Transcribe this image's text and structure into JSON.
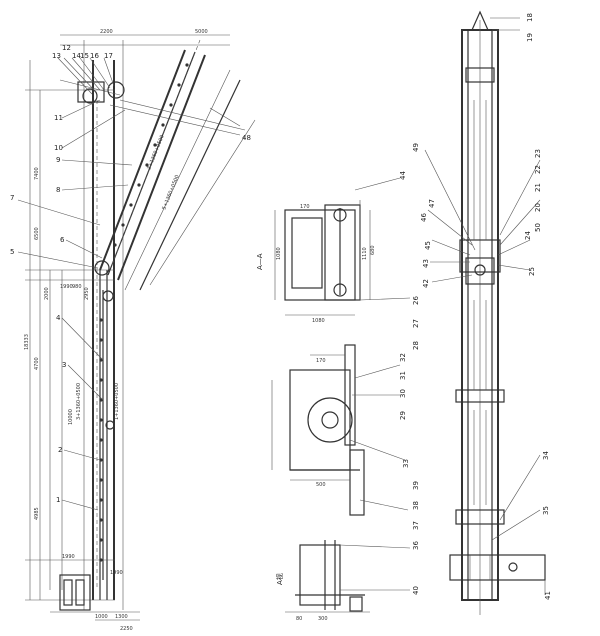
{
  "callouts_left": [
    "13",
    "12",
    "14",
    "15",
    "16",
    "17",
    "11",
    "10",
    "9",
    "8",
    "7",
    "6",
    "5",
    "4",
    "3",
    "2",
    "1",
    "48"
  ],
  "callouts_middle": [
    "44",
    "26",
    "27",
    "28",
    "29",
    "30",
    "31",
    "32",
    "33",
    "38",
    "39",
    "37",
    "36",
    "40",
    "A视"
  ],
  "callouts_right": [
    "18",
    "19",
    "49",
    "46",
    "47",
    "45",
    "43",
    "42",
    "24",
    "25",
    "20",
    "21",
    "22",
    "23",
    "50",
    "34",
    "35",
    "41"
  ],
  "section_label": "A—A",
  "dims_left": [
    "18333",
    "4700",
    "4985",
    "10000",
    "7400",
    "2000",
    "2950",
    "1990",
    "980",
    "1990",
    "1000",
    "1300",
    "2250",
    "1990",
    "2200",
    "5000",
    "6500",
    "3+1360+0500",
    "1+1360+0500",
    "5+1360+0500",
    "3+1360+0500"
  ],
  "dims_middle": [
    "1080",
    "1110",
    "1080",
    "170",
    "680",
    "500",
    "170",
    "80",
    "300"
  ],
  "colors": {
    "line": "#333333",
    "paper": "#ffffff"
  }
}
